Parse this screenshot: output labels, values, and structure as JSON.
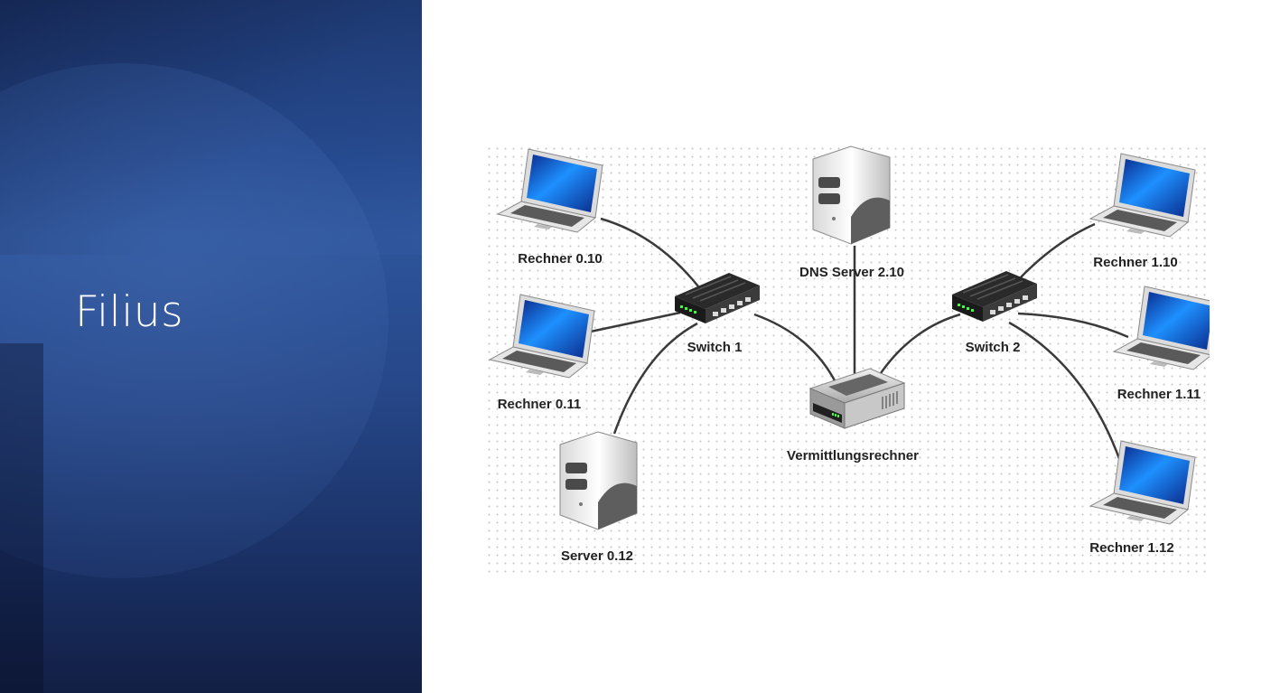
{
  "slide": {
    "title": "Filius"
  },
  "network": {
    "nodes": {
      "rechner_0_10": "Rechner 0.10",
      "rechner_0_11": "Rechner 0.11",
      "server_0_12": "Server 0.12",
      "switch_1": "Switch 1",
      "dns_server": "DNS Server 2.10",
      "vermittlungsrechner": "Vermittlungsrechner",
      "switch_2": "Switch 2",
      "rechner_1_10": "Rechner 1.10",
      "rechner_1_11": "Rechner 1.11",
      "rechner_1_12": "Rechner 1.12"
    },
    "connections": [
      [
        "Rechner 0.10",
        "Switch 1"
      ],
      [
        "Rechner 0.11",
        "Switch 1"
      ],
      [
        "Server 0.12",
        "Switch 1"
      ],
      [
        "Switch 1",
        "Vermittlungsrechner"
      ],
      [
        "DNS Server 2.10",
        "Vermittlungsrechner"
      ],
      [
        "Vermittlungsrechner",
        "Switch 2"
      ],
      [
        "Switch 2",
        "Rechner 1.10"
      ],
      [
        "Switch 2",
        "Rechner 1.11"
      ],
      [
        "Switch 2",
        "Rechner 1.12"
      ]
    ]
  }
}
